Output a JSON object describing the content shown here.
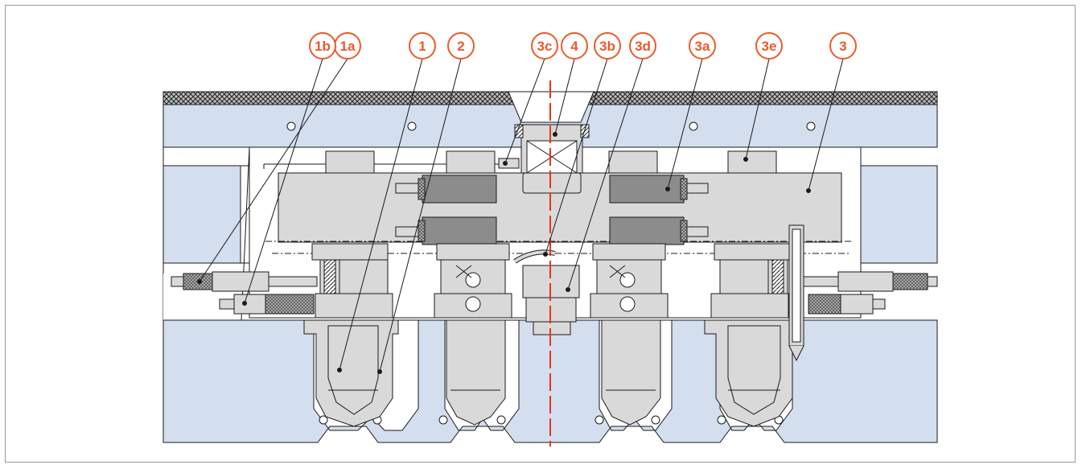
{
  "diagram": {
    "callouts": [
      {
        "id": "c1a",
        "label": "1a"
      },
      {
        "id": "c1b",
        "label": "1b"
      },
      {
        "id": "c1",
        "label": "1"
      },
      {
        "id": "c2",
        "label": "2"
      },
      {
        "id": "c3c",
        "label": "3c"
      },
      {
        "id": "c4",
        "label": "4"
      },
      {
        "id": "c3b",
        "label": "3b"
      },
      {
        "id": "c3d",
        "label": "3d"
      },
      {
        "id": "c3a",
        "label": "3a"
      },
      {
        "id": "c3e",
        "label": "3e"
      },
      {
        "id": "c3",
        "label": "3"
      }
    ]
  },
  "colors": {
    "callout": "#ea5a2a",
    "center_axis": "#e8341c",
    "mold_plate": "#d3deee",
    "part_fill": "#d9d9d9",
    "part_dark": "#8c8c8c",
    "stroke": "#1a1a1a"
  }
}
